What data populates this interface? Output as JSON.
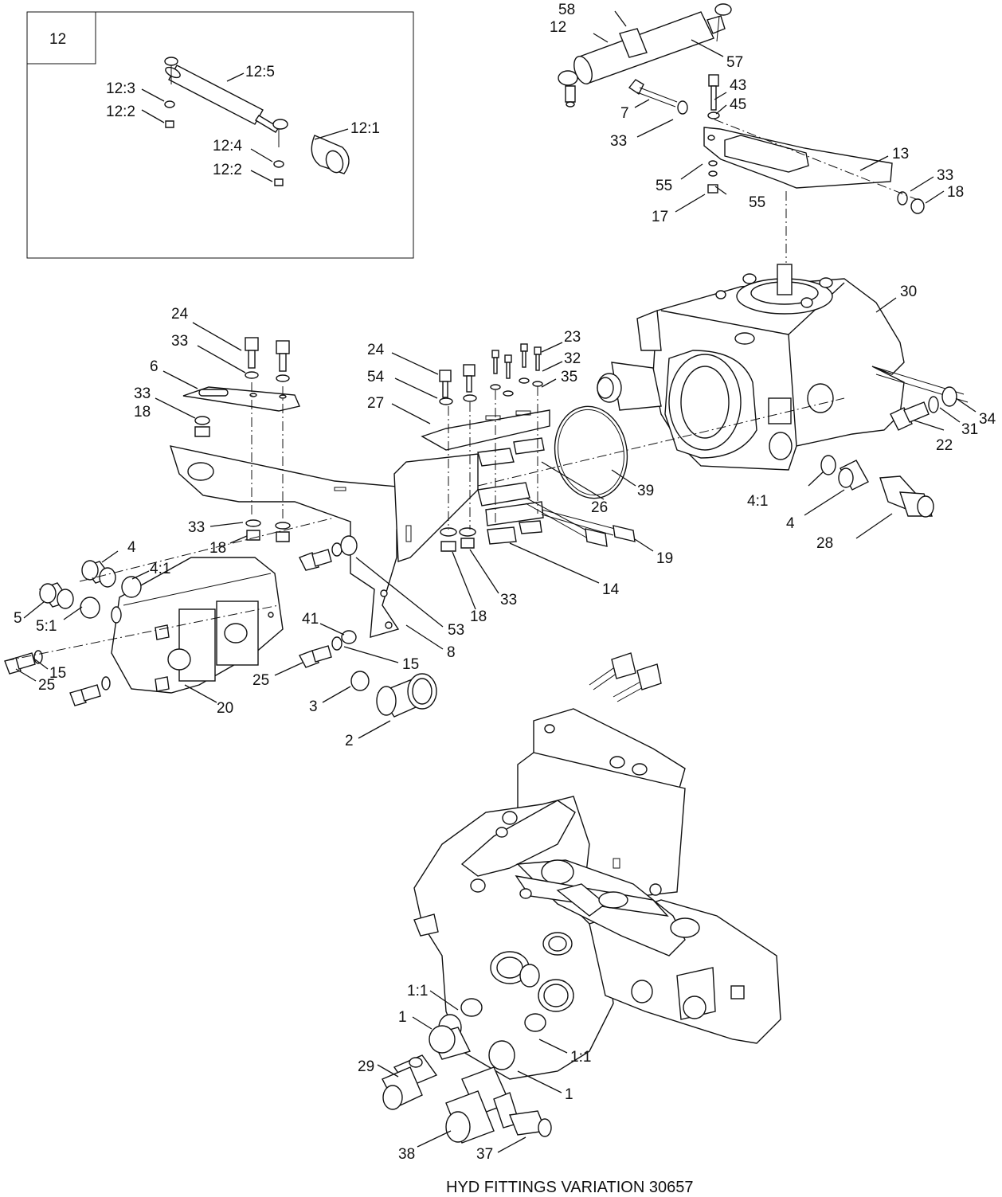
{
  "inset": {
    "box_label": "12"
  },
  "callouts": {
    "c12_5": "12:5",
    "c12_3": "12:3",
    "c12_2a": "12:2",
    "c12_1": "12:1",
    "c12_4": "12:4",
    "c12_2b": "12:2",
    "c58": "58",
    "c12": "12",
    "c57": "57",
    "c7": "7",
    "c43": "43",
    "c45": "45",
    "c33a": "33",
    "c13": "13",
    "c55a": "55",
    "c55b": "55",
    "c17": "17",
    "c33b": "33",
    "c18a": "18",
    "c30": "30",
    "c24a": "24",
    "c33c": "33",
    "c6": "6",
    "c33d": "33",
    "c18b": "18",
    "c24b": "24",
    "c23": "23",
    "c32": "32",
    "c35": "35",
    "c54": "54",
    "c27": "27",
    "c22": "22",
    "c31": "31",
    "c34": "34",
    "c39": "39",
    "c26": "26",
    "c4_1a": "4:1",
    "c4a": "4",
    "c28": "28",
    "c33e": "33",
    "c18c": "18",
    "c19": "19",
    "c14": "14",
    "c33f": "33",
    "c18d": "18",
    "c4b": "4",
    "c4_1b": "4:1",
    "c5": "5",
    "c5_1": "5:1",
    "c53": "53",
    "c8": "8",
    "c41": "41",
    "c15a": "15",
    "c15b": "15",
    "c25a": "25",
    "c25b": "25",
    "c20": "20",
    "c3": "3",
    "c2": "2",
    "c1_1a": "1:1",
    "c1a": "1",
    "c29": "29",
    "c1_1b": "1:1",
    "c1b": "1",
    "c38": "38",
    "c37": "37"
  },
  "caption": "HYD FITTINGS VARIATION 30657"
}
